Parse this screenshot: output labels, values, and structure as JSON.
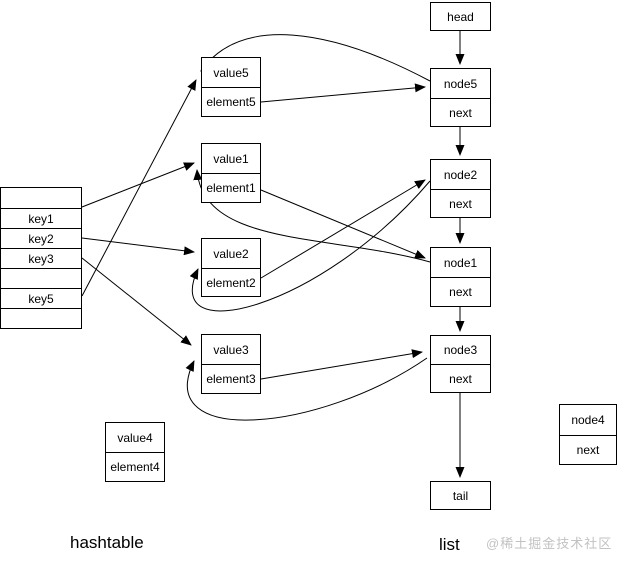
{
  "diagram": {
    "title_labels": {
      "hashtable": "hashtable",
      "list": "list"
    },
    "hashtable": {
      "rows": [
        "",
        "key1",
        "key2",
        "key3",
        "",
        "key5",
        ""
      ]
    },
    "entries": [
      {
        "value": "value5",
        "element": "element5"
      },
      {
        "value": "value1",
        "element": "element1"
      },
      {
        "value": "value2",
        "element": "element2"
      },
      {
        "value": "value3",
        "element": "element3"
      },
      {
        "value": "value4",
        "element": "element4"
      }
    ],
    "list": {
      "head": "head",
      "tail": "tail",
      "nodes": [
        {
          "name": "node5",
          "next": "next"
        },
        {
          "name": "node2",
          "next": "next"
        },
        {
          "name": "node1",
          "next": "next"
        },
        {
          "name": "node3",
          "next": "next"
        },
        {
          "name": "node4",
          "next": "next"
        }
      ]
    },
    "edges": [
      {
        "from": "head",
        "to": "node5"
      },
      {
        "from": "node5.next",
        "to": "node2"
      },
      {
        "from": "node2.next",
        "to": "node1"
      },
      {
        "from": "node1.next",
        "to": "node3"
      },
      {
        "from": "node3.next",
        "to": "tail"
      },
      {
        "from": "key1",
        "to": "value1"
      },
      {
        "from": "key2",
        "to": "value2"
      },
      {
        "from": "key3",
        "to": "value3"
      },
      {
        "from": "key5",
        "to": "value5"
      },
      {
        "from": "element5",
        "to": "node5"
      },
      {
        "from": "element1",
        "to": "node1"
      },
      {
        "from": "element2",
        "to": "node2"
      },
      {
        "from": "element3",
        "to": "node3"
      },
      {
        "from": "node5",
        "to": "value5"
      },
      {
        "from": "node1",
        "to": "value1"
      },
      {
        "from": "node2",
        "to": "value2"
      },
      {
        "from": "node3",
        "to": "value3"
      }
    ],
    "watermark": "@稀土掘金技术社区",
    "colors": {
      "stroke": "#000000",
      "fill": "#ffffff",
      "watermark": "#c2c2c2"
    }
  }
}
